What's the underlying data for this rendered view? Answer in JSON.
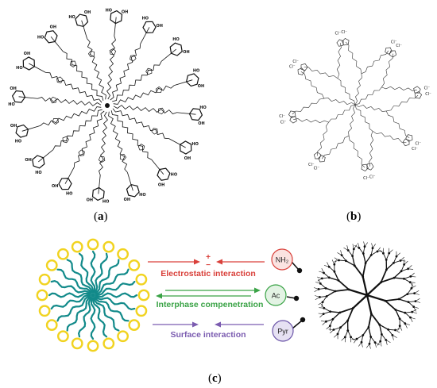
{
  "panels": {
    "a": {
      "open": "(",
      "letter": "a",
      "close": ")"
    },
    "b": {
      "open": "(",
      "letter": "b",
      "close": ")"
    },
    "c": {
      "open": "(",
      "letter": "c",
      "close": ")"
    }
  },
  "interactions": [
    {
      "label": "Electrostatic interaction",
      "color": "#d9403a",
      "symbol_plus": "+",
      "symbol_minus": "−"
    },
    {
      "label": "Interphase compenetration",
      "color": "#3aa346"
    },
    {
      "label": "Surface interaction",
      "color": "#7b5cb0"
    }
  ],
  "surface_groups": [
    {
      "label": "NH₂",
      "color": "#d9403a",
      "fill": "#fbe3e1"
    },
    {
      "label": "Ac",
      "color": "#3aa346",
      "fill": "#e3f3e4"
    },
    {
      "label": "Pyr",
      "color": "#6b55a8",
      "fill": "#e6e1f3"
    }
  ],
  "glyphs": {
    "oh": "OH",
    "ho": "HO",
    "o": "O",
    "cl": "Cl⁻",
    "n": "N"
  },
  "colors": {
    "micelle_head": "#f1d320",
    "micelle_tail": "#128a8a",
    "dendrimer": "#111111"
  }
}
